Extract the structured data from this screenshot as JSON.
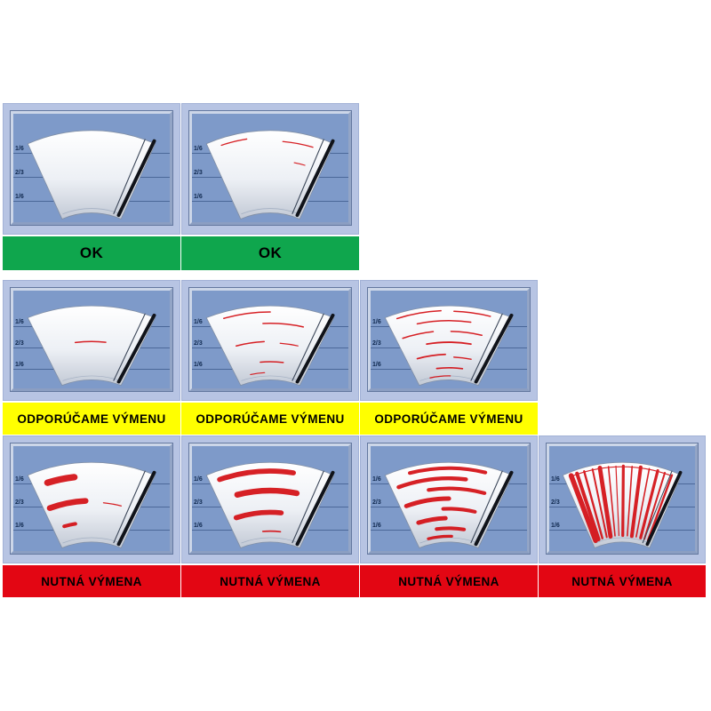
{
  "title": "wiper-blade-wear-chart",
  "scale_labels": [
    "1/6",
    "2/3",
    "1/6"
  ],
  "statuses": {
    "ok": {
      "label": "OK",
      "bg": "#0fa64d",
      "text": "#000000"
    },
    "recommend": {
      "label": "ODPORÚČAME VÝMENU",
      "bg": "#ffff00",
      "text": "#000000"
    },
    "replace": {
      "label": "NUTNÁ VÝMENA",
      "bg": "#e30613",
      "text": "#000000"
    }
  },
  "colors": {
    "cell_bg": "#b7c4e3",
    "panel_bg": "#7e9ac9",
    "scale_line": "#2f5392",
    "streak": "#d40f14",
    "blade": "#10131a"
  },
  "rows": [
    {
      "status": "ok",
      "cells": [
        {
          "wear": "none"
        },
        {
          "wear": "trace"
        }
      ]
    },
    {
      "status": "recommend",
      "cells": [
        {
          "wear": "light"
        },
        {
          "wear": "medium"
        },
        {
          "wear": "strong"
        }
      ]
    },
    {
      "status": "replace",
      "cells": [
        {
          "wear": "smear-light"
        },
        {
          "wear": "smear-medium"
        },
        {
          "wear": "smear-heavy"
        },
        {
          "wear": "chatter"
        }
      ]
    }
  ]
}
